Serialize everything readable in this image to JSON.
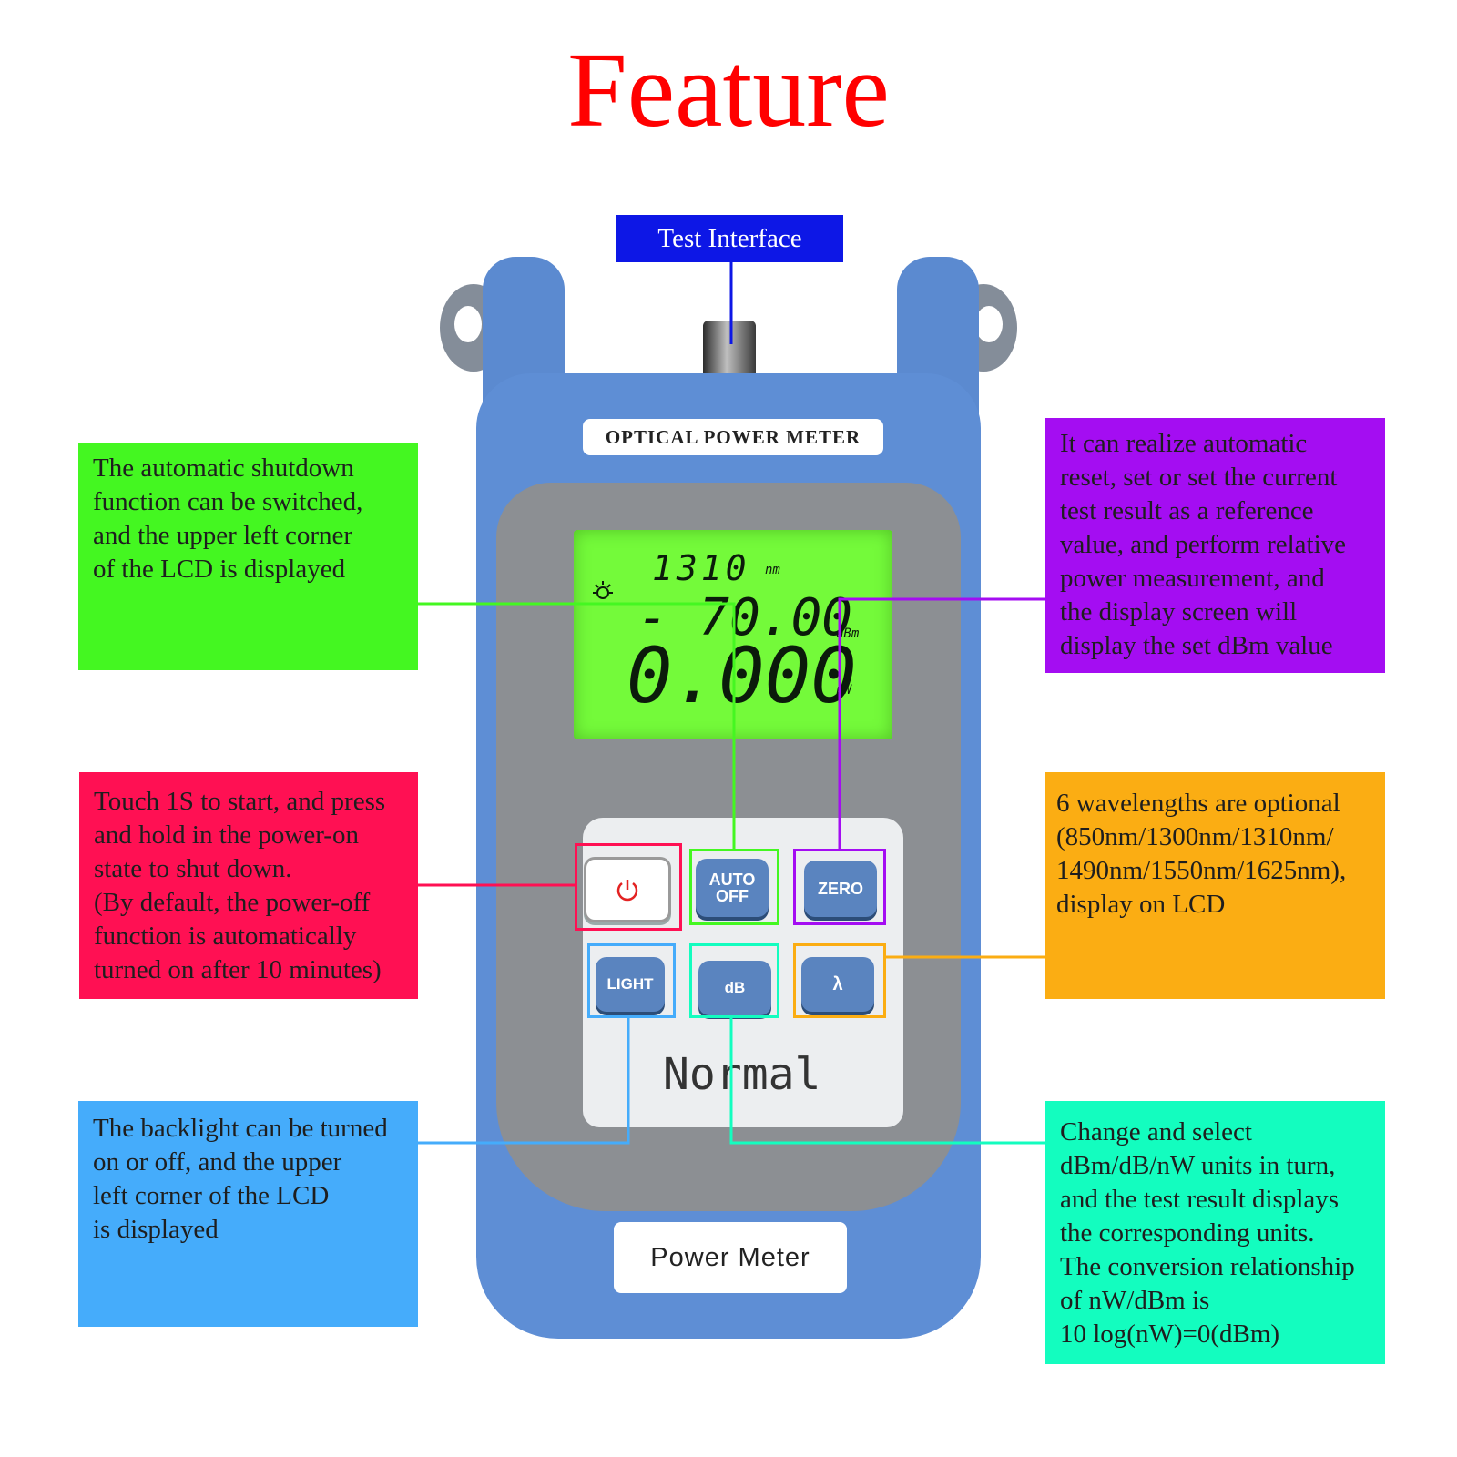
{
  "title": "Feature",
  "test_interface": "Test Interface",
  "device": {
    "header_label": "OPTICAL POWER METER",
    "footer_label": "Power Meter",
    "mode_label": "Normal",
    "lcd": {
      "wavelength": "1310",
      "wavelength_unit": "nm",
      "power": "- 70.00",
      "power_unit": "dBm",
      "reading": "0.000",
      "reading_unit": "nW"
    },
    "keys": {
      "auto_off": [
        "AUTO",
        "OFF"
      ],
      "zero": "ZERO",
      "light": "LIGHT",
      "db": "dB",
      "lambda": "λ"
    }
  },
  "callouts": {
    "green": [
      "The automatic shutdown",
      "function can be switched,",
      "and the upper left corner",
      "of the LCD is displayed"
    ],
    "purple": [
      "It can realize automatic",
      "reset, set or set the current",
      "test result as a reference",
      "value, and perform relative",
      "power measurement, and",
      "the display screen will",
      "display the set dBm value"
    ],
    "red": [
      "Touch 1S to start, and press",
      "and hold in the power-on",
      "state to shut down.",
      "(By default, the power-off",
      "function is automatically",
      "turned on after 10 minutes)"
    ],
    "orange": [
      "6 wavelengths are optional",
      "(850nm/1300nm/1310nm/",
      "1490nm/1550nm/1625nm),",
      "display on LCD"
    ],
    "blue": [
      "The backlight can be turned",
      "on or off, and the upper",
      "left corner of the LCD",
      "is displayed"
    ],
    "teal": [
      "Change and select",
      "dBm/dB/nW units in turn,",
      "and the test result displays",
      "the corresponding units.",
      "The conversion relationship",
      "of nW/dBm is",
      "10 log(nW)=0(dBm)"
    ]
  },
  "colors": {
    "title": "#ff0000",
    "test_interface": "#0d17e6",
    "green": "#44f721",
    "purple": "#a40df2",
    "red": "#ff1053",
    "orange": "#fbad13",
    "blue": "#45acfb",
    "teal": "#13fdbf"
  }
}
